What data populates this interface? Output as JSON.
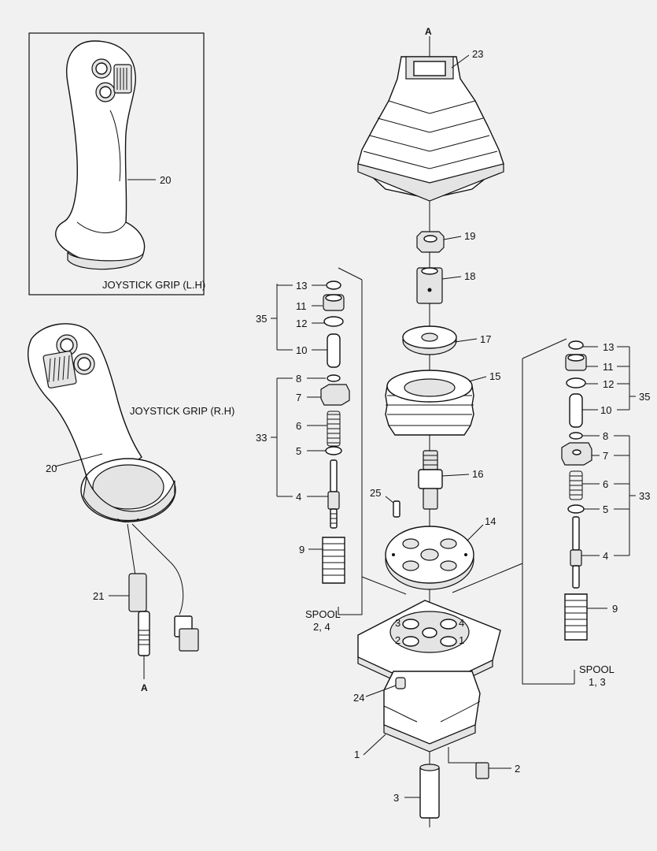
{
  "captions": {
    "grip_lh": "JOYSTICK GRIP (L.H)",
    "grip_rh": "JOYSTICK GRIP (R.H)",
    "spool_left_1": "SPOOL",
    "spool_left_2": "2, 4",
    "spool_right_1": "SPOOL",
    "spool_right_2": "1, 3",
    "ref_top": "A",
    "ref_cable": "A"
  },
  "callouts": {
    "n1": "1",
    "n2": "2",
    "n3": "3",
    "n4": "4",
    "n5": "5",
    "n6": "6",
    "n7": "7",
    "n8": "8",
    "n9": "9",
    "n10": "10",
    "n11": "11",
    "n12": "12",
    "n13": "13",
    "n14": "14",
    "n15": "15",
    "n16": "16",
    "n17": "17",
    "n18": "18",
    "n19": "19",
    "n20": "20",
    "n21": "21",
    "n23": "23",
    "n24": "24",
    "n25": "25",
    "n33": "33",
    "n35": "35"
  },
  "port_numbers": {
    "p1": "1",
    "p2": "2",
    "p3": "3",
    "p4": "4"
  }
}
